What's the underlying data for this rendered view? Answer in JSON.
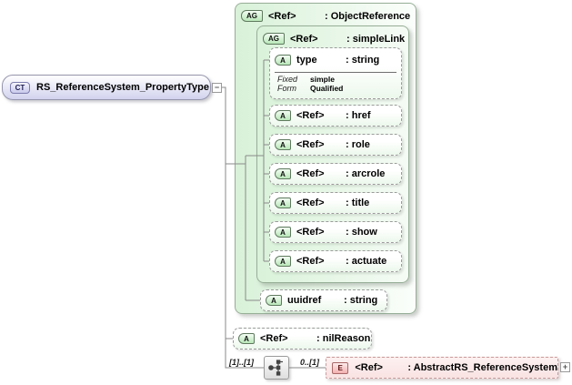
{
  "diagram": {
    "root": {
      "badge": "CT",
      "name": "RS_ReferenceSystem_PropertyType",
      "collapse_glyph": "−"
    },
    "object_reference_group": {
      "badge": "AG",
      "name": "<Ref>",
      "type": ": ObjectReference"
    },
    "simple_link_group": {
      "badge": "AG",
      "name": "<Ref>",
      "type": ": simpleLink"
    },
    "attributes": [
      {
        "badge": "A",
        "name": "type",
        "type": ": string",
        "facets": [
          {
            "label": "Fixed",
            "value": "simple"
          },
          {
            "label": "Form",
            "value": "Qualified"
          }
        ]
      },
      {
        "badge": "A",
        "name": "<Ref>",
        "type": ": href"
      },
      {
        "badge": "A",
        "name": "<Ref>",
        "type": ": role"
      },
      {
        "badge": "A",
        "name": "<Ref>",
        "type": ": arcrole"
      },
      {
        "badge": "A",
        "name": "<Ref>",
        "type": ": title"
      },
      {
        "badge": "A",
        "name": "<Ref>",
        "type": ": show"
      },
      {
        "badge": "A",
        "name": "<Ref>",
        "type": ": actuate"
      }
    ],
    "uuidref_attribute": {
      "badge": "A",
      "name": "uuidref",
      "type": ": string"
    },
    "nil_reason_attribute": {
      "badge": "A",
      "name": "<Ref>",
      "type": ": nilReason"
    },
    "sequence": {
      "cardinality_left": "[1]..[1]",
      "cardinality_right": "0..[1]"
    },
    "element": {
      "badge": "E",
      "name": "<Ref>",
      "type": ": AbstractRS_ReferenceSystem",
      "expand_glyph": "+"
    },
    "colors": {
      "group_green": "#d8f1d8",
      "attribute_green": "#ecf8ec",
      "complex_type_lavender": "#d2d2ee",
      "element_pink": "#f9e2e2",
      "connector_gray": "#8a8a8a"
    }
  }
}
